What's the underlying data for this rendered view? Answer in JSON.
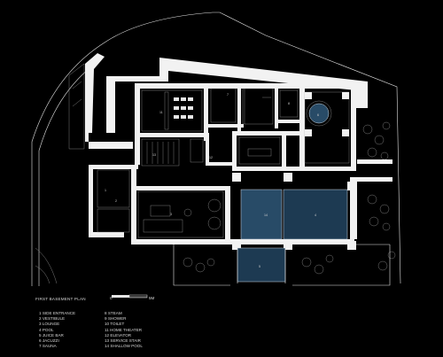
{
  "plan": {
    "title": "FIRST BASEMENT PLAN",
    "scale": {
      "zero": "0",
      "unit": "5M"
    },
    "legend_left": [
      "1 SIDE ENTRANCE",
      "2 VESTIBULE",
      "3 LOUNGE",
      "4 POOL",
      "5 JUICE BAR",
      "6 JACUZZI",
      "7 SAUNA"
    ],
    "legend_right": [
      "8 STEAM",
      "9 SHOWER",
      "10 TOILET",
      "11 HOME THEATER",
      "12 ELEVATOR",
      "13 SERVICE STAIR",
      "14 SHALLOW POOL"
    ],
    "room_labels": {
      "home_theater": "11",
      "sauna": "7",
      "steam": "8",
      "jacuzzi": "6",
      "elevator": "12",
      "service_stair": "13",
      "side_entrance": "1",
      "vestibule": "2",
      "lounge": "3",
      "shallow_pool": "14",
      "pool": "4",
      "juice_bar": "5"
    },
    "colors": {
      "background": "#000000",
      "walls": "#f2f2f2",
      "water": "#1d3a52",
      "lines": "#e6e6e6"
    }
  }
}
